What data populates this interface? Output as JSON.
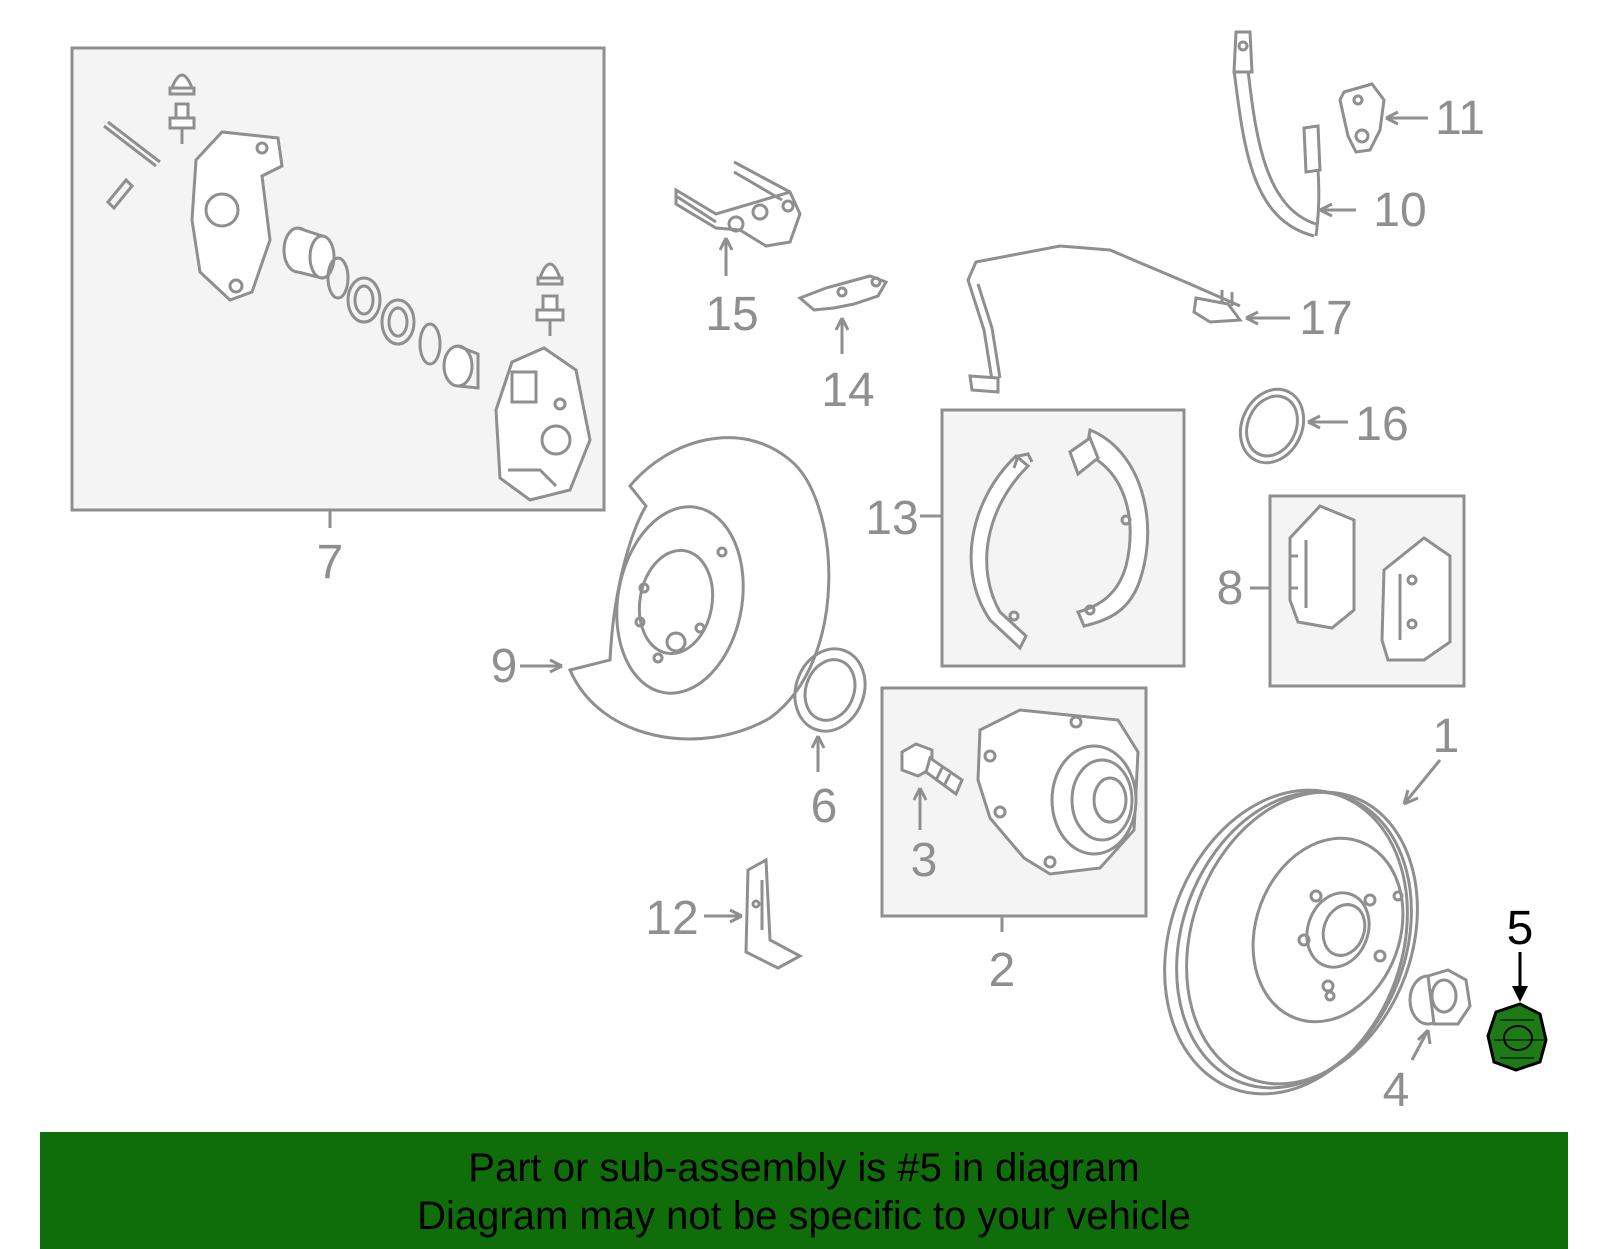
{
  "diagram": {
    "colors": {
      "part_stroke": "#8f8f8f",
      "box_fill": "#f4f4f4",
      "highlight_fill": "#1e7a16",
      "highlight_stroke": "#000000",
      "banner_bg": "#0f6e0a"
    },
    "callouts": {
      "c1": "1",
      "c2": "2",
      "c3": "3",
      "c4": "4",
      "c5": "5",
      "c6": "6",
      "c7": "7",
      "c8": "8",
      "c9": "9",
      "c10": "10",
      "c11": "11",
      "c12": "12",
      "c13": "13",
      "c14": "14",
      "c15": "15",
      "c16": "16",
      "c17": "17"
    },
    "highlighted_part": "5"
  },
  "banner": {
    "line1": "Part or sub-assembly is #5 in diagram",
    "line2": "Diagram may not be specific to your vehicle"
  }
}
